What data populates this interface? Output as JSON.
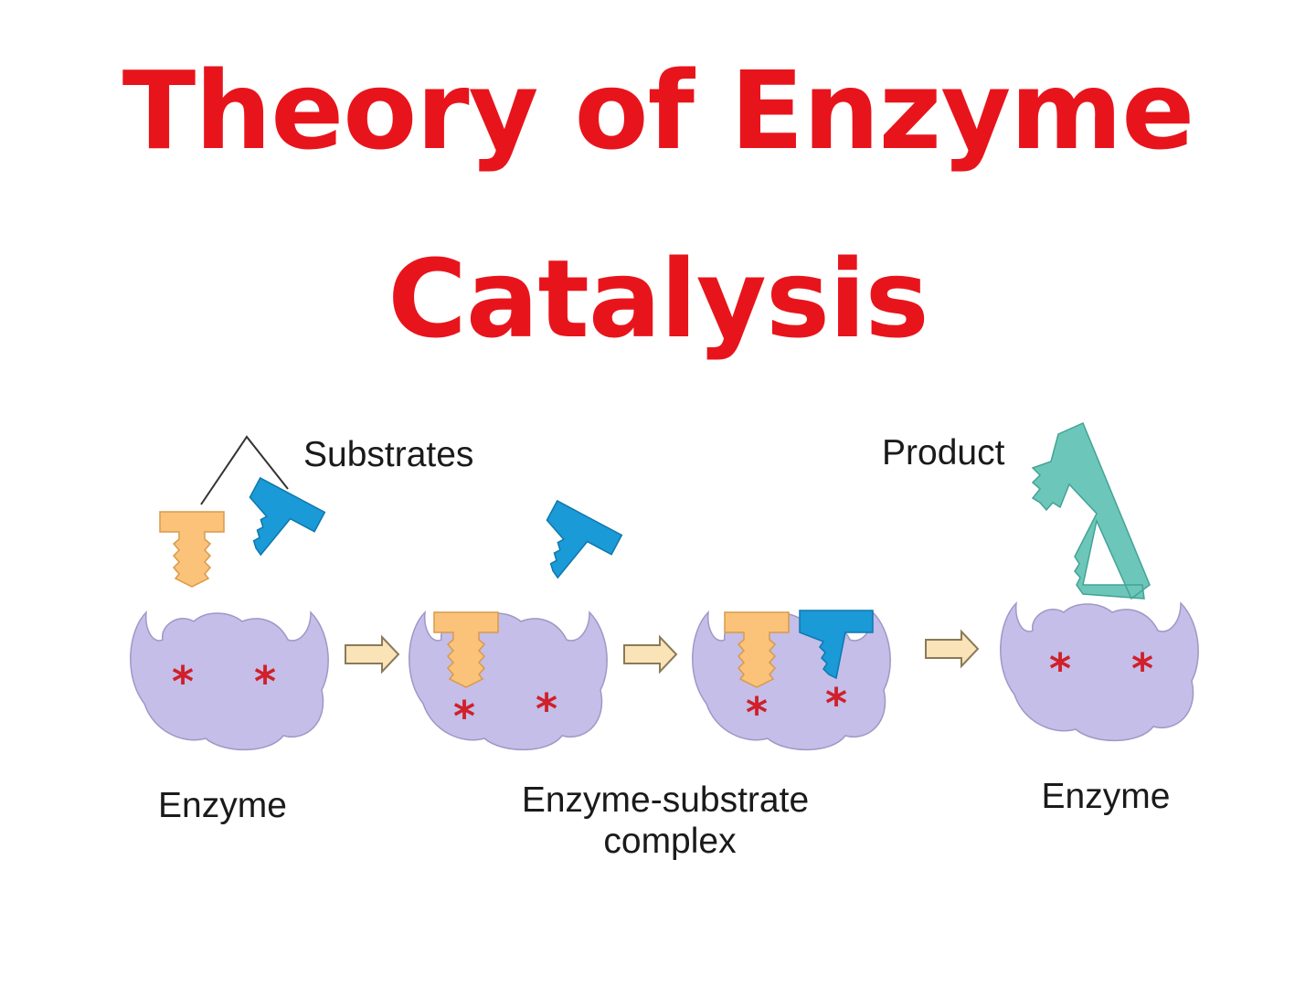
{
  "title": {
    "line1": "Theory of Enzyme",
    "line2": "Catalysis"
  },
  "labels": {
    "substrates": "Substrates",
    "product": "Product",
    "enzyme_left": "Enzyme",
    "complex_line1": "Enzyme-substrate",
    "complex_line2": "complex",
    "enzyme_right": "Enzyme"
  },
  "active_site_marker": "*",
  "colors": {
    "title": "#e8141c",
    "enzyme": "#c4bee8",
    "enzyme_outline": "#9f98c7",
    "substrate_a": "#fbc27a",
    "substrate_b": "#1a9ad6",
    "product": "#6cc7ba",
    "active_site": "#d0202a",
    "arrow_fill": "#fbe3b8",
    "arrow_outline": "#8a7a5a"
  },
  "icons": [
    "enzyme-shape",
    "substrate-t-shape",
    "substrate-wedge-shape",
    "product-shape",
    "right-arrow-icon"
  ]
}
